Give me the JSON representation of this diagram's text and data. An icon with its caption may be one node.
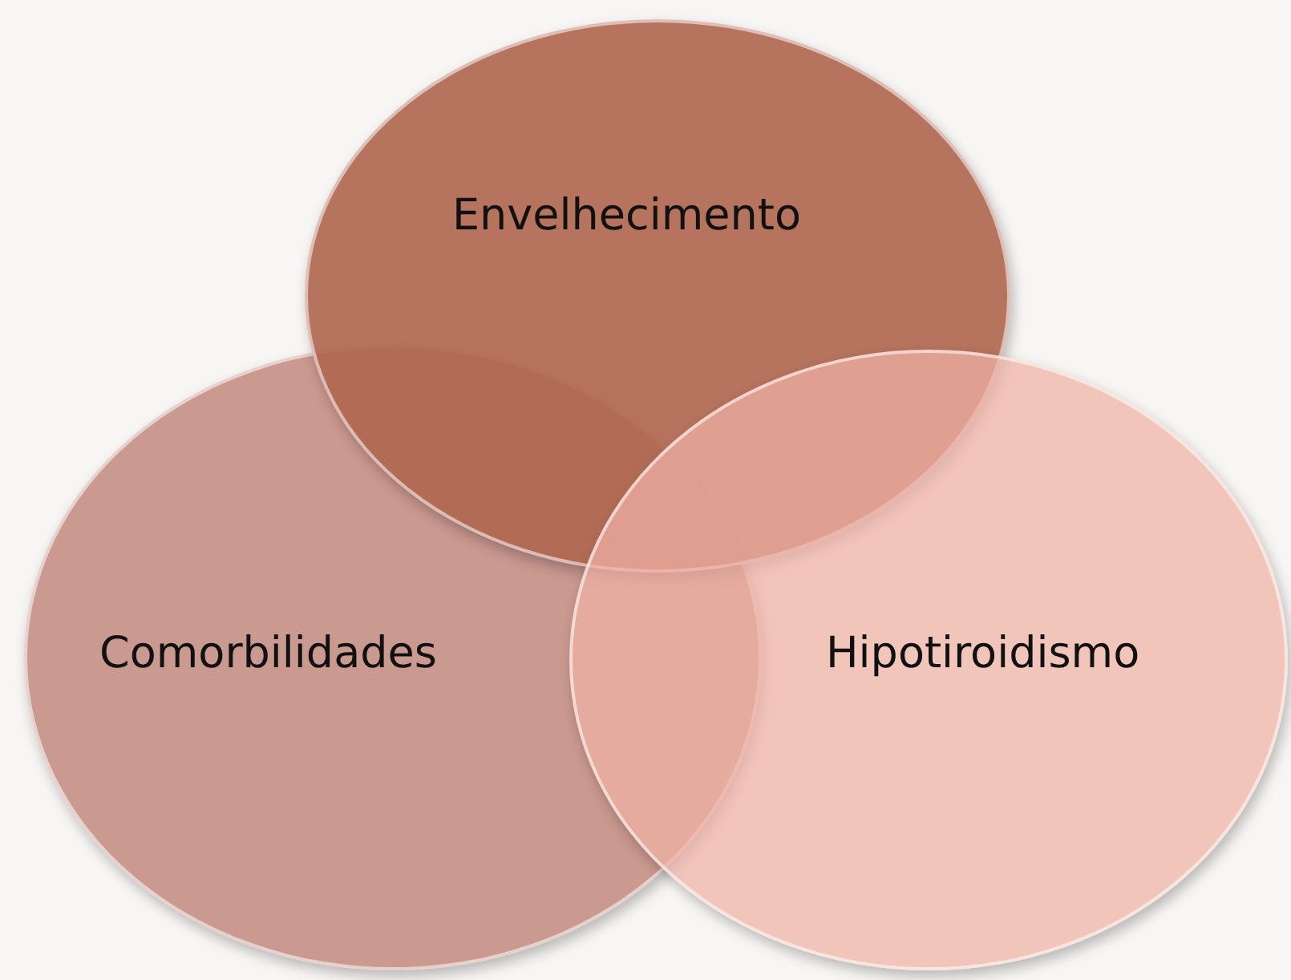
{
  "diagram": {
    "nodes": [
      {
        "text": [
          "Envelhecimento"
        ]
      },
      {
        "text": [
          "Comorbilidades"
        ]
      },
      {
        "text": [
          "Hipotiroidismo"
        ]
      }
    ]
  }
}
